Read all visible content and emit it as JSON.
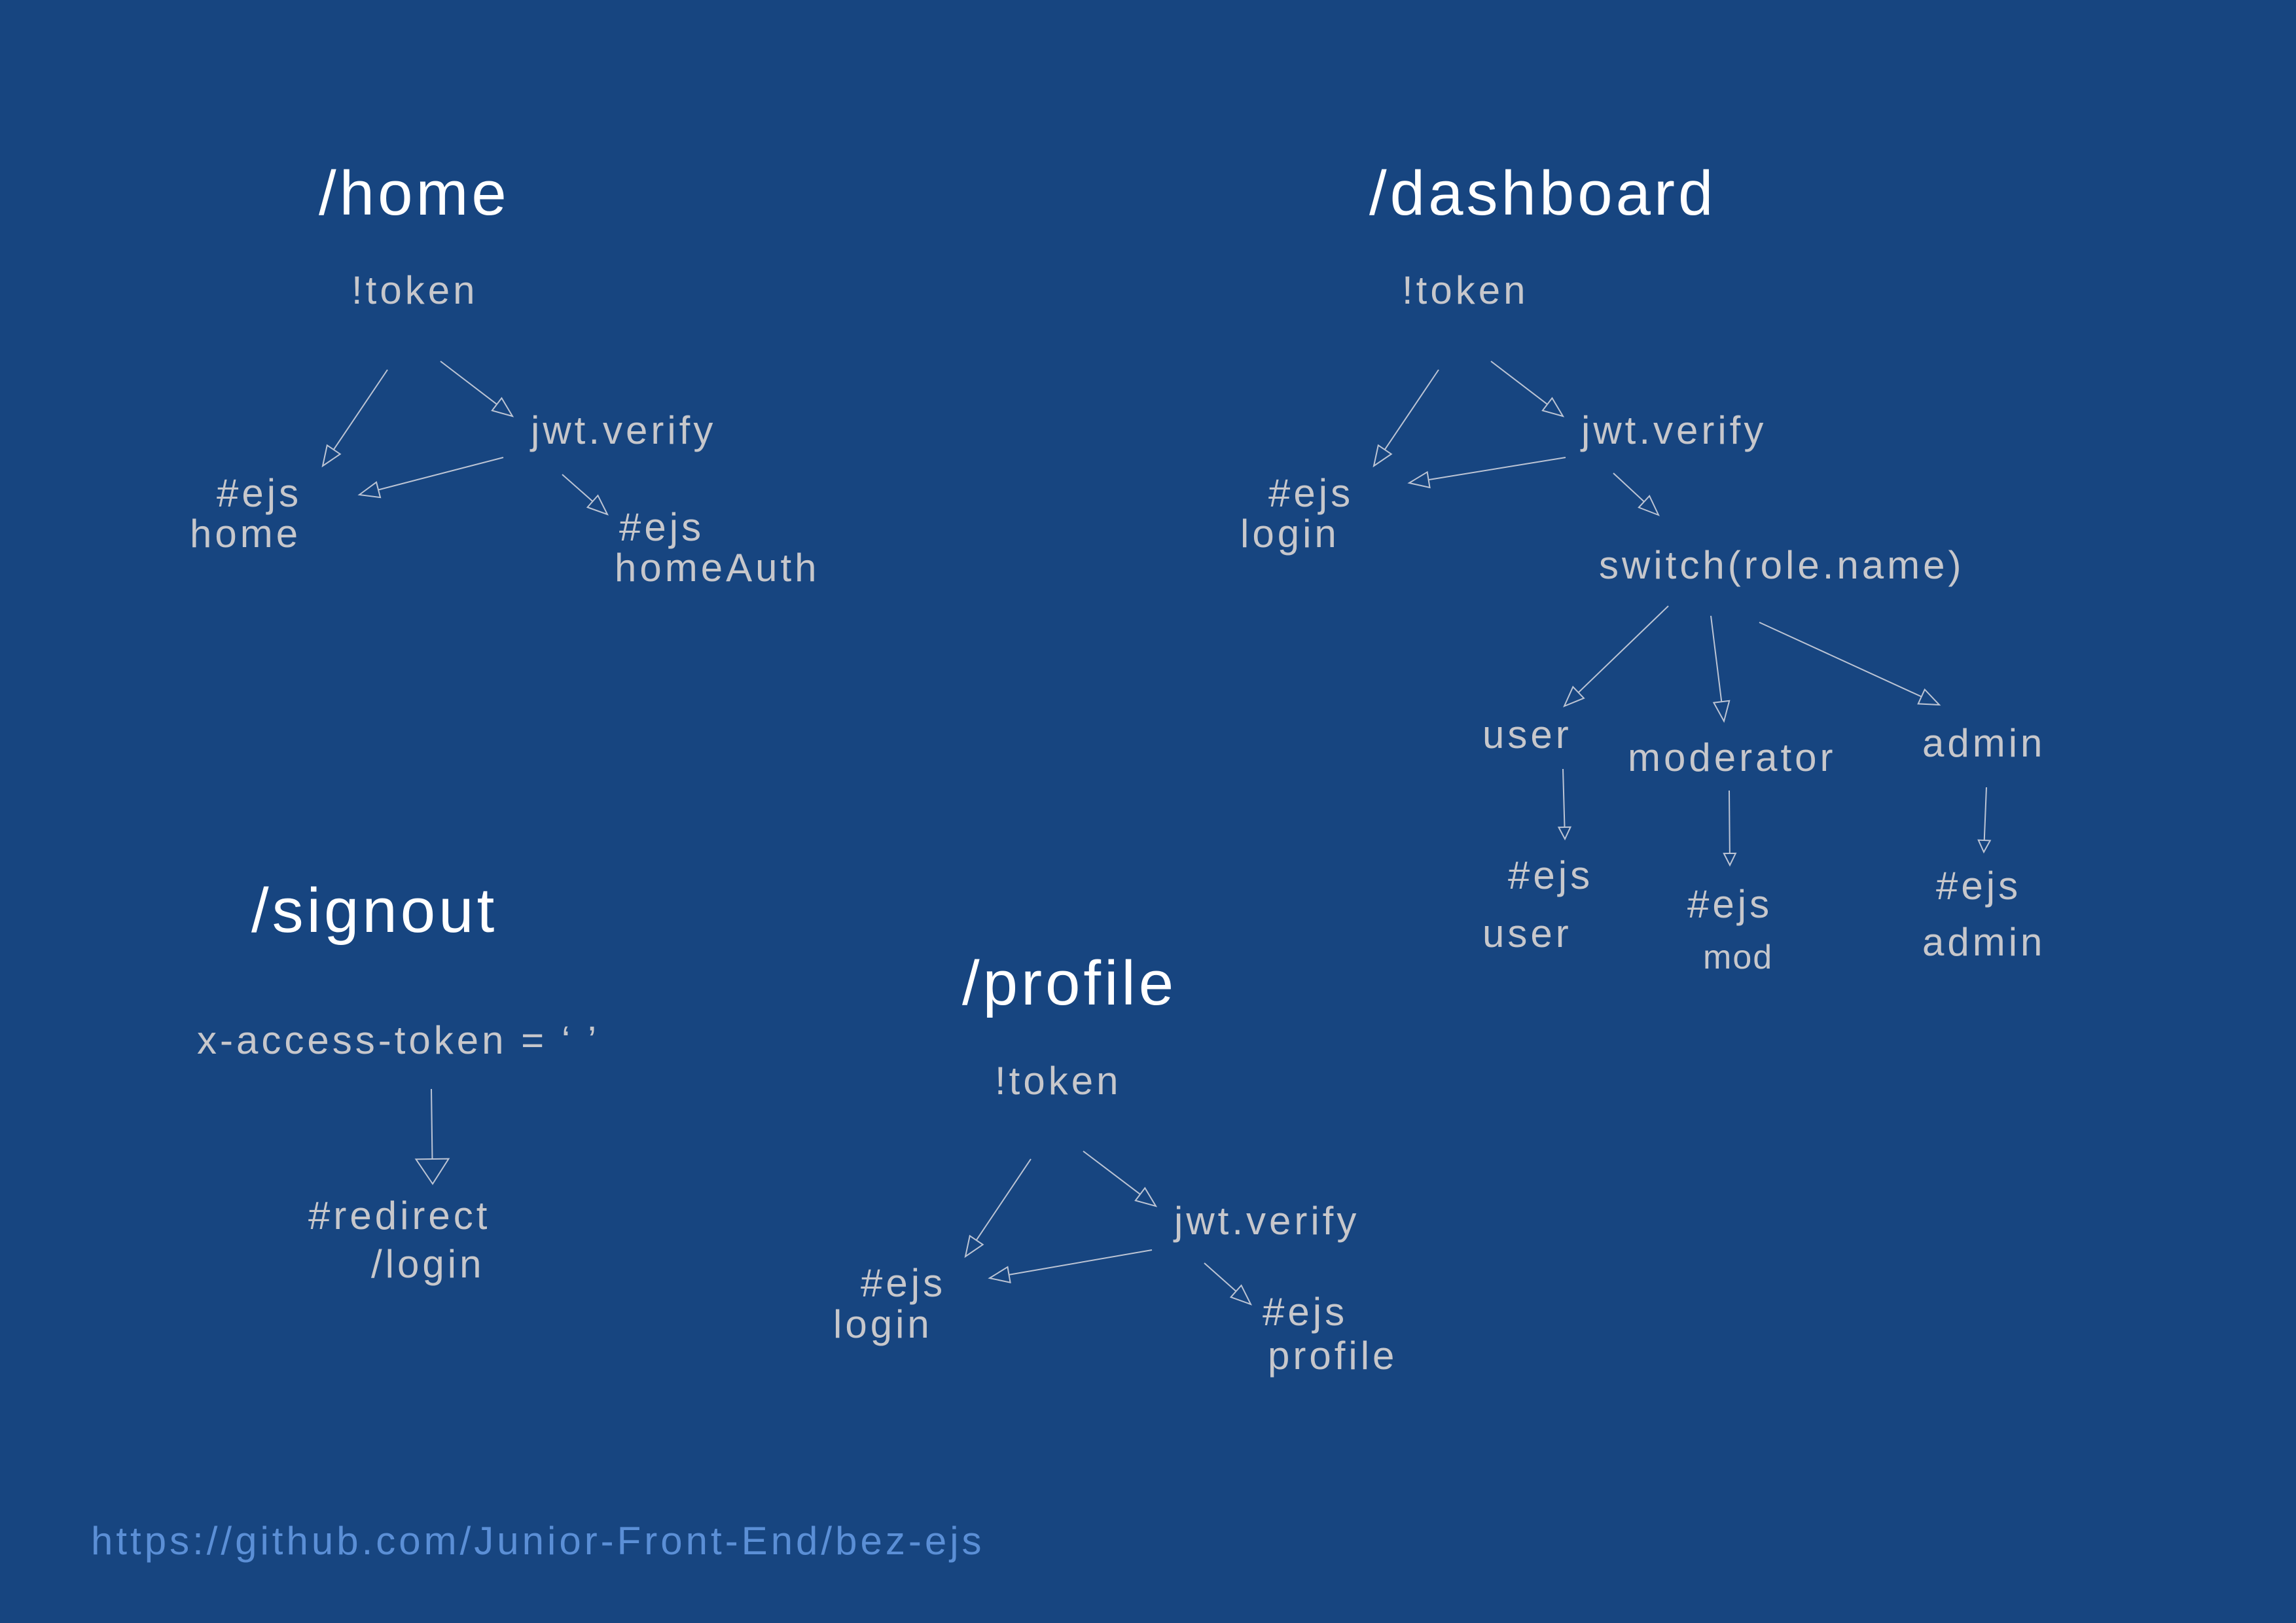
{
  "titles": {
    "home": "/home",
    "dashboard": "/dashboard",
    "signout": "/signout",
    "profile": "/profile"
  },
  "home": {
    "token": "!token",
    "verify": "jwt.verify",
    "ejs_a": "#ejs",
    "home": "home",
    "ejs_b": "#ejs",
    "homeAuth": "homeAuth"
  },
  "dashboard": {
    "token": "!token",
    "verify": "jwt.verify",
    "ejs_a": "#ejs",
    "login": "login",
    "switch": "switch(role.name)",
    "user": "user",
    "moderator": "moderator",
    "admin": "admin",
    "ejs_user": "#ejs",
    "user_view": "user",
    "ejs_mod": "#ejs",
    "mod_view": "mod",
    "ejs_admin": "#ejs",
    "admin_view": "admin"
  },
  "signout": {
    "token": "x-access-token = ‘ ’",
    "redirect": "#redirect",
    "login": "/login"
  },
  "profile": {
    "token": "!token",
    "verify": "jwt.verify",
    "ejs_a": "#ejs",
    "login": "login",
    "ejs_b": "#ejs",
    "profile": "profile"
  },
  "footer": {
    "url": "https://github.com/Junior-Front-End/bez-ejs"
  }
}
